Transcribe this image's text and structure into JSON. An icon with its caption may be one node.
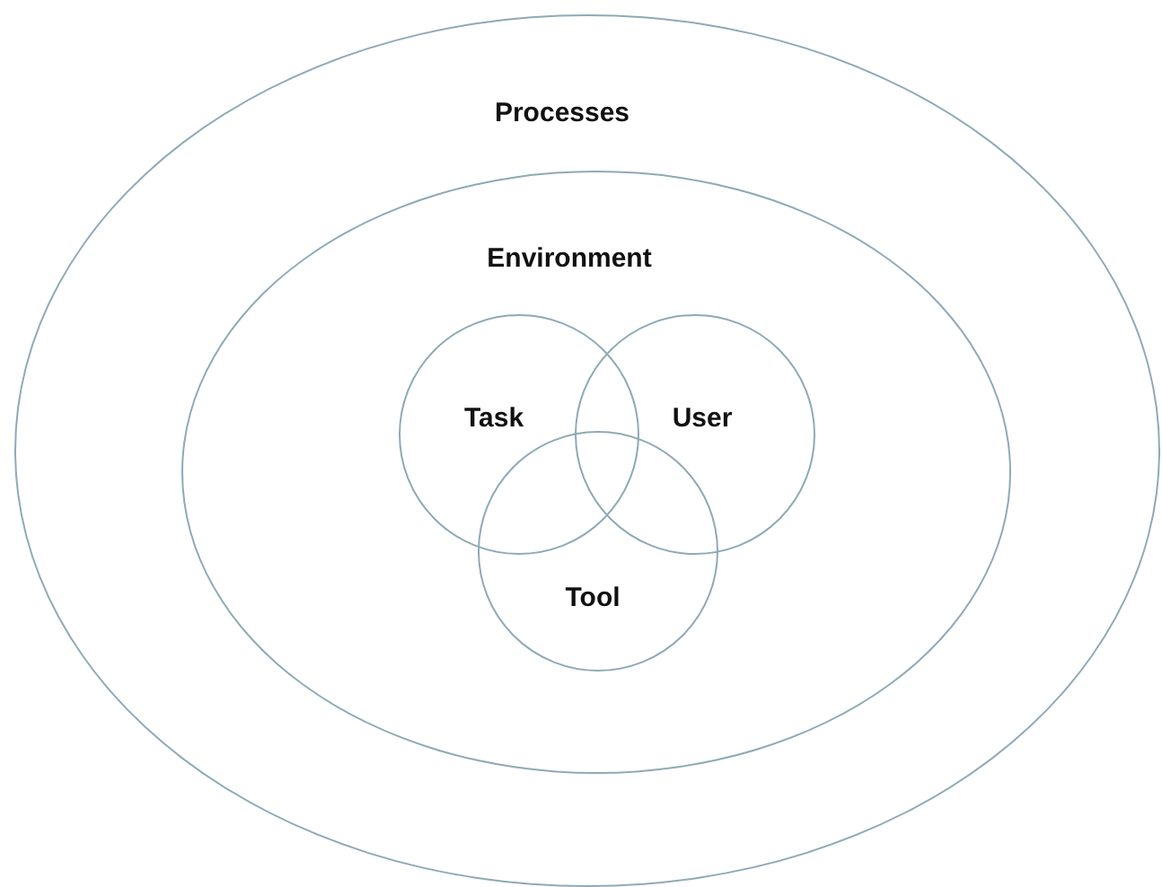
{
  "diagram": {
    "nodes": [
      {
        "text": [
          "Processes"
        ]
      },
      {
        "text": [
          "Environment"
        ],
        "in": 0
      },
      {
        "text": [
          "Task"
        ],
        "in": 1
      },
      {
        "text": [
          "User"
        ],
        "in": 1
      },
      {
        "text": [
          "Tool"
        ],
        "in": 1
      }
    ]
  }
}
